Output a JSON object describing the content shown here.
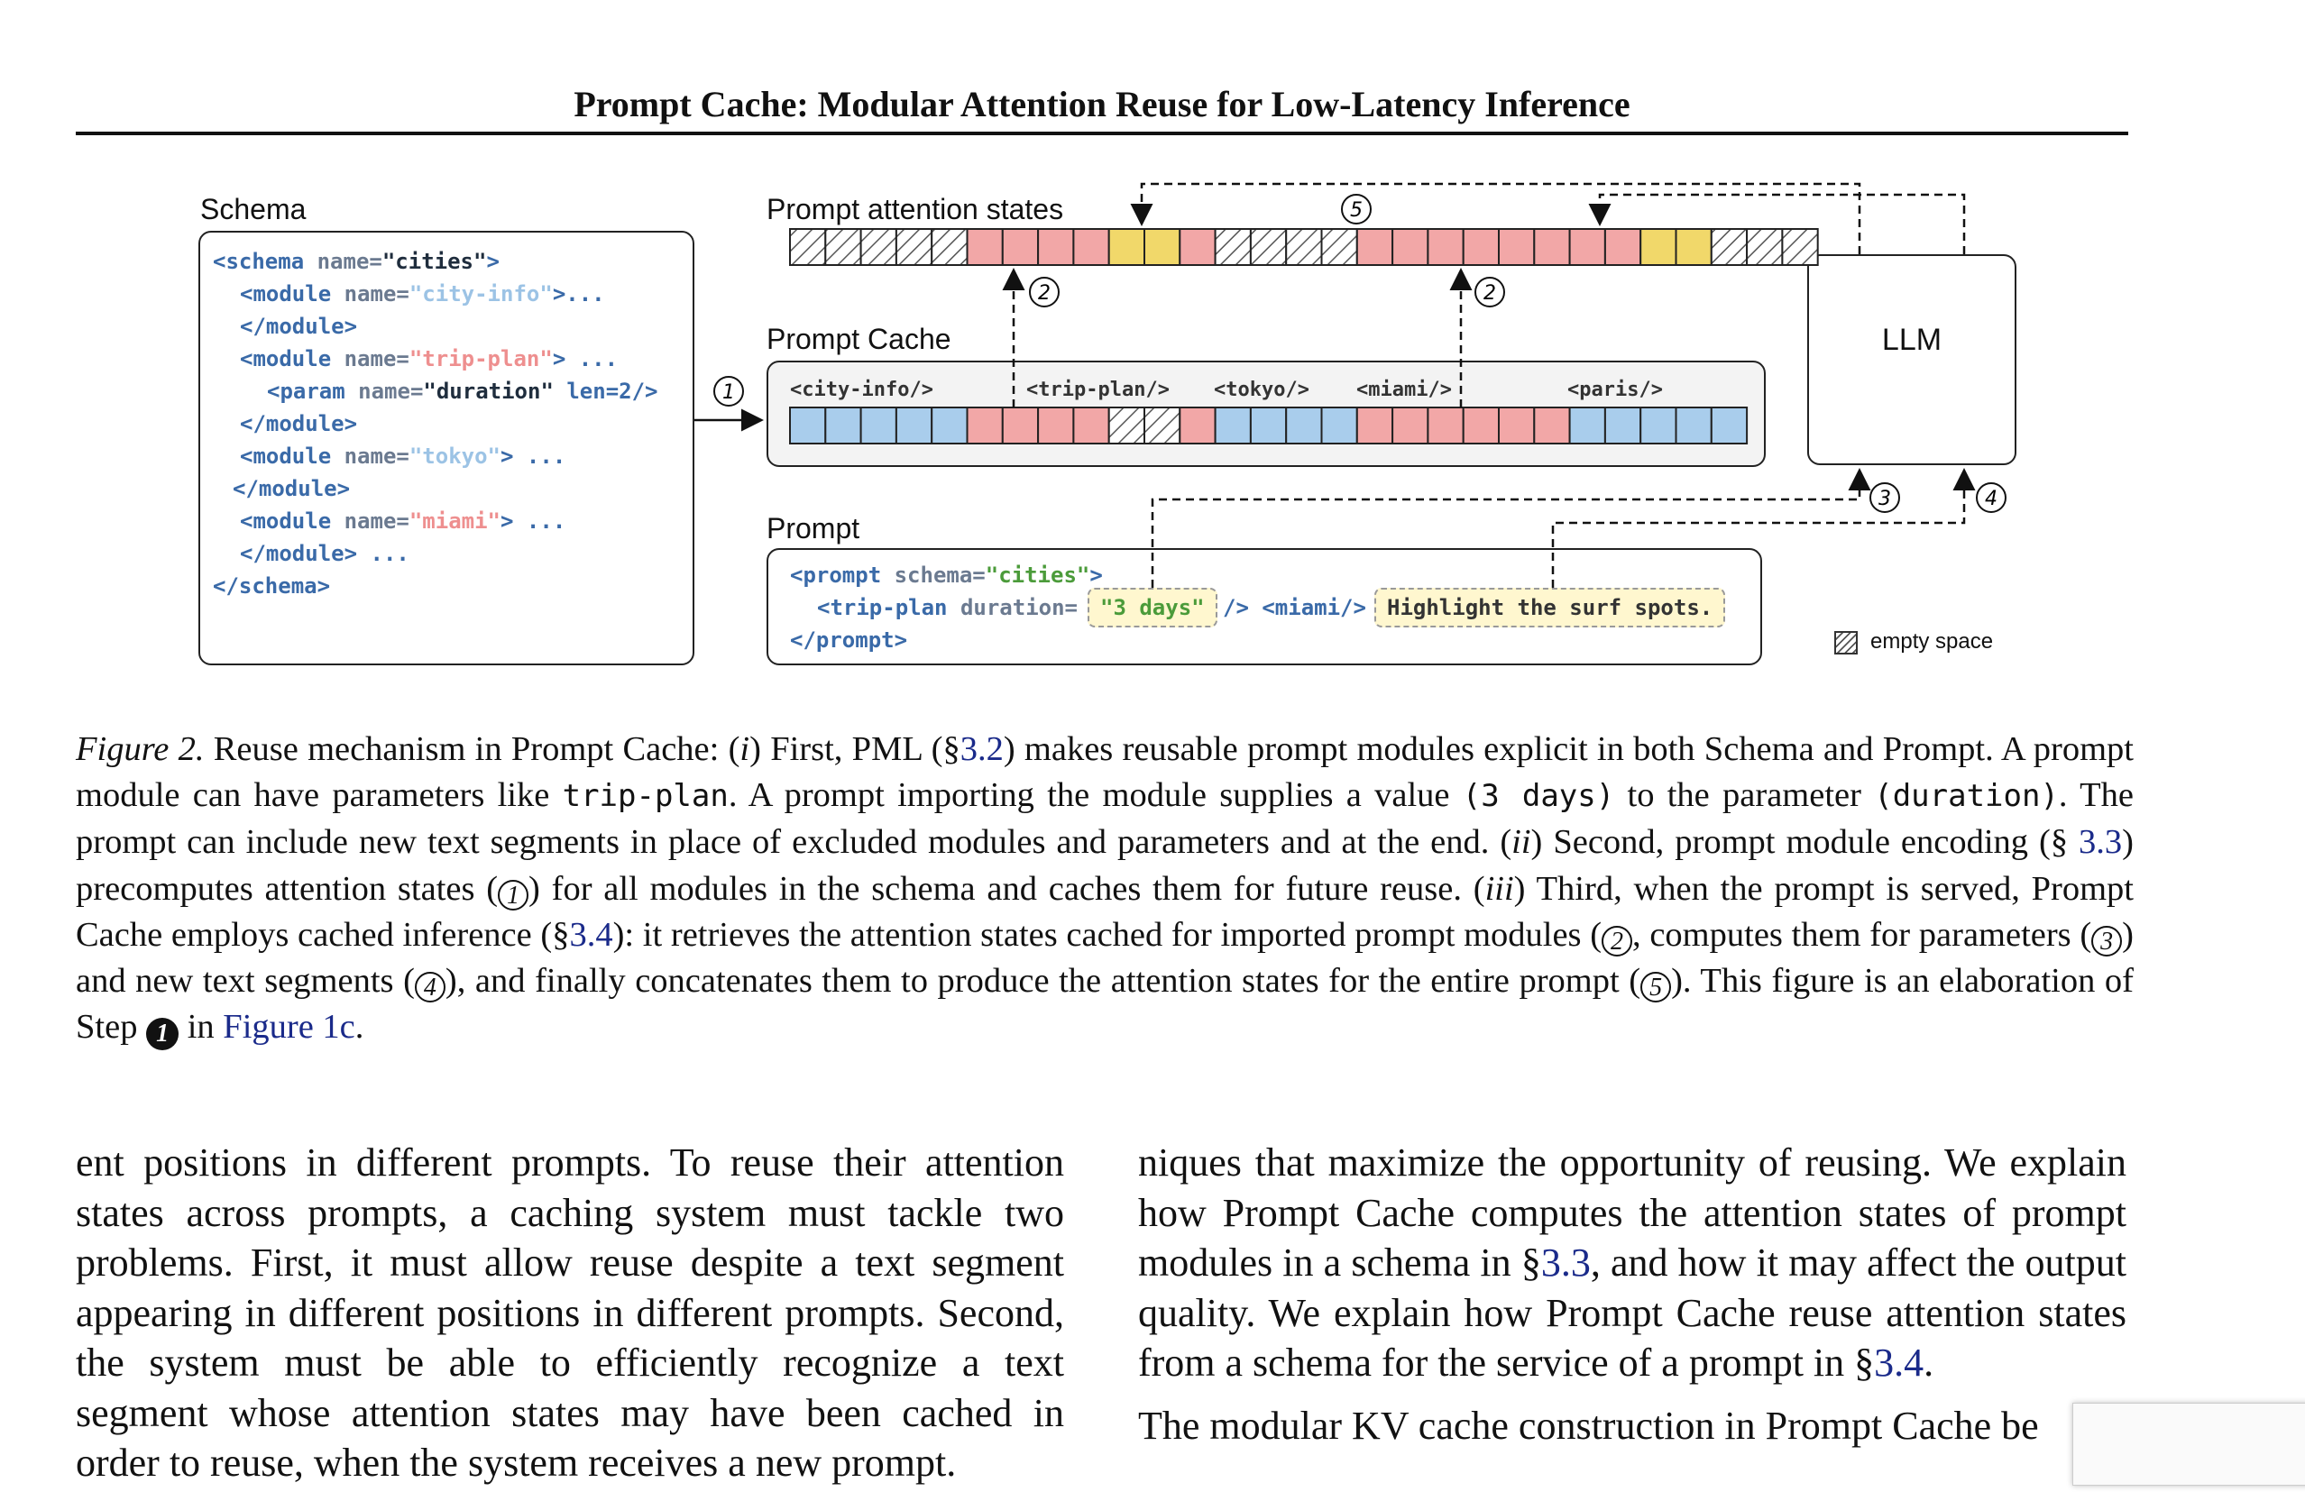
{
  "running_header": "Prompt Cache: Modular Attention Reuse for Low-Latency Inference",
  "figure": {
    "schema_label": "Schema",
    "schema_code": {
      "l1_kw": "<schema",
      "l1_attr": " name=",
      "l1_val": "\"cities\"",
      "l1_end": ">",
      "l2_kw": "<module",
      "l2_attr": " name=",
      "l2_val": "\"city-info\"",
      "l2_end": ">...",
      "l3": "</module>",
      "l4_kw": "<module",
      "l4_attr": " name=",
      "l4_val": "\"trip-plan\"",
      "l4_end": "> ...",
      "l5_kw": "<param",
      "l5_attr": " name=",
      "l5_val": "\"duration\"",
      "l5_attr2": " len=2/>",
      "l6": "</module>",
      "l7_kw": "<module",
      "l7_attr": " name=",
      "l7_val": "\"tokyo\"",
      "l7_end": "> ...",
      "l8": "</module>",
      "l9_kw": "<module",
      "l9_attr": " name=",
      "l9_val": "\"miami\"",
      "l9_end": "> ...",
      "l10": "</module> ...",
      "l11": "</schema>"
    },
    "attention_label": "Prompt attention states",
    "cache_label": "Prompt Cache",
    "cache_segments": [
      "<city-info/>",
      "<trip-plan/>",
      "<tokyo/>",
      "<miami/>",
      "<paris/>"
    ],
    "llm_label": "LLM",
    "prompt_label": "Prompt",
    "prompt_code": {
      "l1_kw": "<prompt",
      "l1_attr": " schema=",
      "l1_val": "\"cities\"",
      "l1_end": ">",
      "l2_kw": "<trip-plan",
      "l2_attr": " duration=",
      "l2_pill": "\"3 days\"",
      "l2_mid": "/> <miami/>",
      "l2_pill2": "Highlight the surf spots.",
      "l3": "</prompt>"
    },
    "legend_empty": "empty space",
    "step_markers": [
      "1",
      "2",
      "2",
      "3",
      "4",
      "5"
    ],
    "colors": {
      "blue": "#a9cdec",
      "red": "#f2a7a7",
      "yellow": "#f1d86a",
      "hatch": "#555555"
    }
  },
  "caption": {
    "fig_num": "Figure 2.",
    "t1": " Reuse mechanism in Prompt Cache: (",
    "i": "i",
    "t2": ") First, PML (§",
    "ref32": "3.2",
    "t3": ") makes reusable prompt modules explicit in both Schema and Prompt. A prompt module can have parameters like ",
    "mono1": "trip-plan",
    "t4": ". A prompt importing the module supplies a value ",
    "mono2": "(3 days)",
    "t5": " to the parameter ",
    "mono3": "(duration)",
    "t6": ". The prompt can include new text segments in place of excluded modules and parameters and at the end. (",
    "ii": "ii",
    "t7": ") Second, prompt module encoding (§ ",
    "ref33": "3.3",
    "t8": ") precomputes attention states (",
    "c1": "1",
    "t9": ") for all modules in the schema and caches them for future reuse. (",
    "iii": "iii",
    "t10": ") Third, when the prompt is served, Prompt Cache employs cached inference (§",
    "ref34": "3.4",
    "t11": "): it retrieves the attention states cached for imported prompt modules (",
    "c2": "2",
    "t12": ", computes them for parameters (",
    "c3": "3",
    "t13": ") and new text segments (",
    "c4": "4",
    "t14": "), and finally concatenates them to produce the attention states for the entire prompt (",
    "c5": "5",
    "t15": "). This figure is an elaboration of Step ",
    "step": "1",
    "t16": " in ",
    "ref1c": "Figure 1c",
    "t17": "."
  },
  "body": {
    "left": "ent positions in different prompts. To reuse their attention states across prompts, a caching system must tackle two problems. First, it must allow reuse despite a text segment appearing in different positions in different prompts. Second, the system must be able to efficiently recognize a text segment whose attention states may have been cached in order to reuse, when the system receives a new prompt.",
    "right_a": "niques that maximize the opportunity of reusing. We explain how Prompt Cache computes the attention states of prompt modules in a schema in §",
    "right_ref33": "3.3",
    "right_b": ", and how it may affect the output quality. We explain how Prompt Cache reuse attention states from a schema for the service of a prompt in §",
    "right_ref34": "3.4",
    "right_c": ".",
    "right_p2": "The modular KV cache construction in Prompt Cache be"
  }
}
